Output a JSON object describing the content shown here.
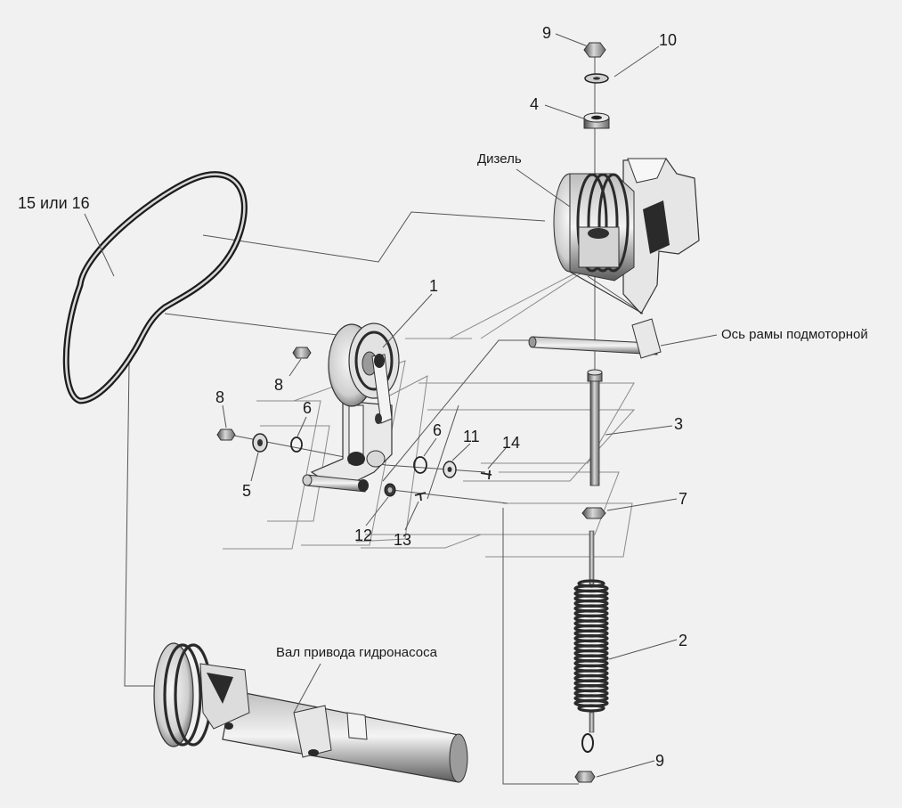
{
  "callouts": {
    "c1": "1",
    "c2": "2",
    "c3": "3",
    "c4": "4",
    "c5": "5",
    "c6a": "6",
    "c6b": "6",
    "c7": "7",
    "c8a": "8",
    "c8b": "8",
    "c9a": "9",
    "c9b": "9",
    "c10": "10",
    "c11": "11",
    "c12": "12",
    "c13": "13",
    "c14": "14",
    "c15": "15 или 16"
  },
  "captions": {
    "diesel": "Дизель",
    "frame_axle": "Ось рамы подмоторной",
    "pump_shaft": "Вал привода гидронасоса"
  }
}
